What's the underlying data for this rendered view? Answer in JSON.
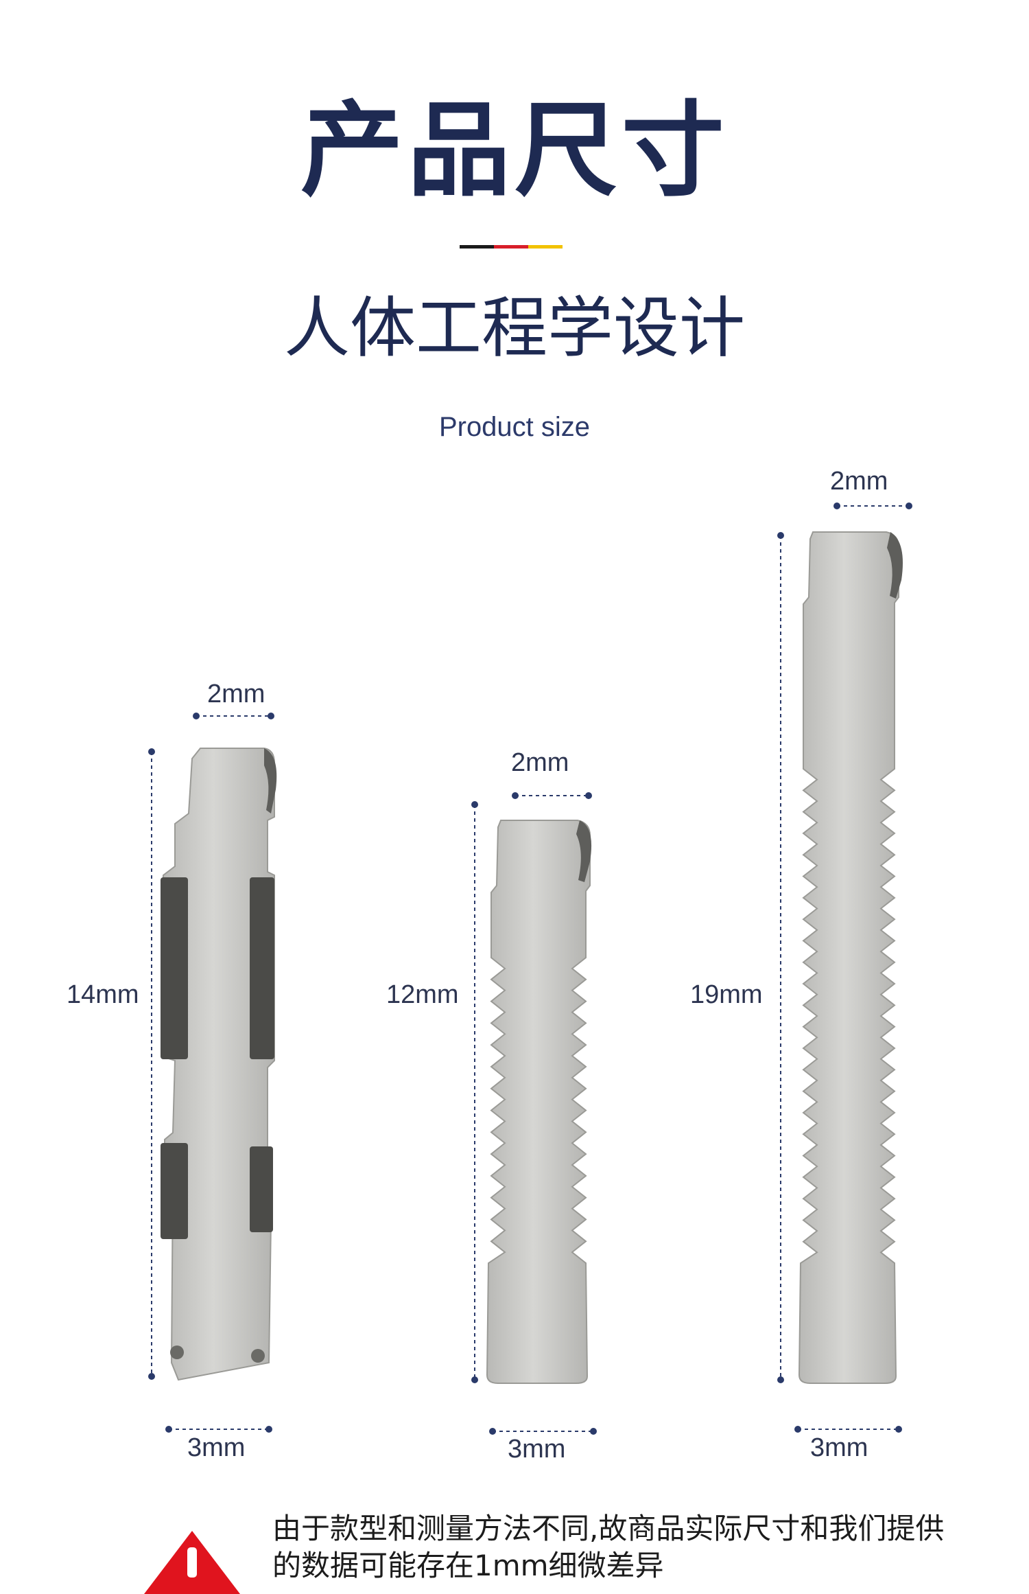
{
  "header": {
    "title": "产品尺寸",
    "subtitle": "人体工程学设计",
    "en_subtitle": "Product size",
    "accent_colors": [
      "#1a1a1a",
      "#d81e2a",
      "#f2c200"
    ]
  },
  "products": [
    {
      "width_label": "2mm",
      "length_label": "14mm",
      "base_label": "3mm"
    },
    {
      "width_label": "2mm",
      "length_label": "12mm",
      "base_label": "3mm"
    },
    {
      "width_label": "2mm",
      "length_label": "19mm",
      "base_label": "3mm"
    }
  ],
  "notice": {
    "text": "由于款型和测量方法不同,故商品实际尺寸和我们提供的数据可能存在1mm细微差异",
    "icon": "warning-icon",
    "icon_color": "#e0141e"
  },
  "colors": {
    "dimension_line": "#2a3a6a",
    "metal": "#c9c9c6",
    "metal_edge": "#9a9a96"
  }
}
